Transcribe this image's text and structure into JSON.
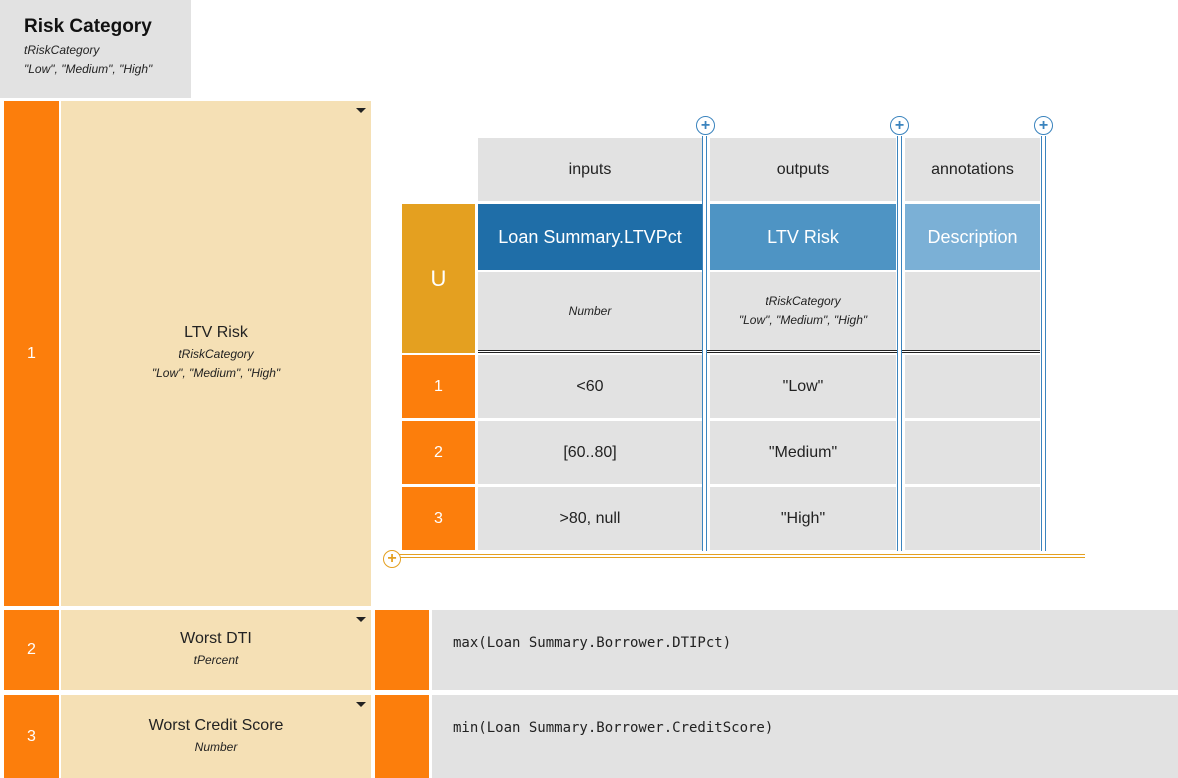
{
  "header": {
    "title": "Risk Category",
    "type": "tRiskCategory",
    "values": "\"Low\", \"Medium\", \"High\""
  },
  "context_rows": [
    {
      "number": "1",
      "name": "LTV Risk",
      "type": "tRiskCategory",
      "values": "\"Low\", \"Medium\", \"High\""
    },
    {
      "number": "2",
      "name": "Worst DTI",
      "type": "tPercent",
      "expression": "max(Loan Summary.Borrower.DTIPct)"
    },
    {
      "number": "3",
      "name": "Worst Credit Score",
      "type": "Number",
      "expression": "min(Loan Summary.Borrower.CreditScore)"
    }
  ],
  "decision_table": {
    "hit_policy": "U",
    "sections": {
      "inputs": "inputs",
      "outputs": "outputs",
      "annotations": "annotations"
    },
    "columns": [
      {
        "label": "Loan Summary.LTVPct",
        "type": "Number",
        "values": ""
      },
      {
        "label": "LTV Risk",
        "type": "tRiskCategory",
        "values": "\"Low\", \"Medium\", \"High\""
      },
      {
        "label": "Description",
        "type": "",
        "values": ""
      }
    ],
    "rules": [
      {
        "number": "1",
        "input": "<60",
        "output": "\"Low\"",
        "annotation": ""
      },
      {
        "number": "2",
        "input": "[60..80]",
        "output": "\"Medium\"",
        "annotation": ""
      },
      {
        "number": "3",
        "input": ">80, null",
        "output": "\"High\"",
        "annotation": ""
      }
    ],
    "add_symbol": "+"
  },
  "colors": {
    "accent_orange": "#fc7e0c",
    "hit_policy_gold": "#e4a020",
    "input_header_blue": "#1f6ea8",
    "output_header_blue": "#4e94c4",
    "annotation_header_blue": "#7bb0d6",
    "context_beige": "#f5e0b5",
    "cell_grey": "#e2e2e2"
  }
}
